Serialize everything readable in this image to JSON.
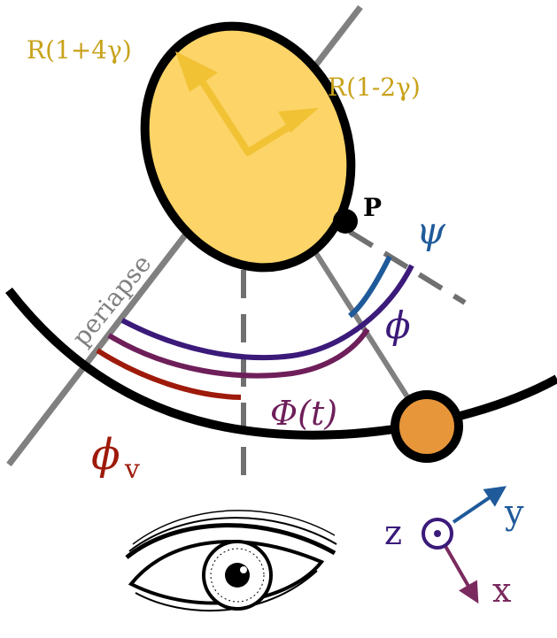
{
  "labels": {
    "major_axis": "R(1+4γ)",
    "minor_axis": "R(1-2γ)",
    "point": "P",
    "periapse": "periapse",
    "psi": "ψ",
    "phi": "ϕ",
    "Phi_t": "Φ(t)",
    "phi_v": "ϕ",
    "phi_v_sub": "v",
    "axis_z": "z",
    "axis_y": "y",
    "axis_x": "x"
  },
  "icons": {
    "eye": "observer-eye-icon"
  },
  "colors": {
    "ellipse_fill": "#fcd467",
    "arrow_gold": "#f2c235",
    "label_gold": "#c8a21a",
    "orbit": "#000000",
    "line_gray": "#808080",
    "psi_blue": "#1f5a9a",
    "phi_indigo": "#3b1a7a",
    "Phi_purple": "#6e1f5a",
    "phi_v_red": "#9e1a0a",
    "moon_orange": "#e8963a",
    "axis_y_blue": "#1f5a9a",
    "axis_x_purple": "#7a2a5e",
    "axis_z_indigo": "#3b1a7a"
  }
}
